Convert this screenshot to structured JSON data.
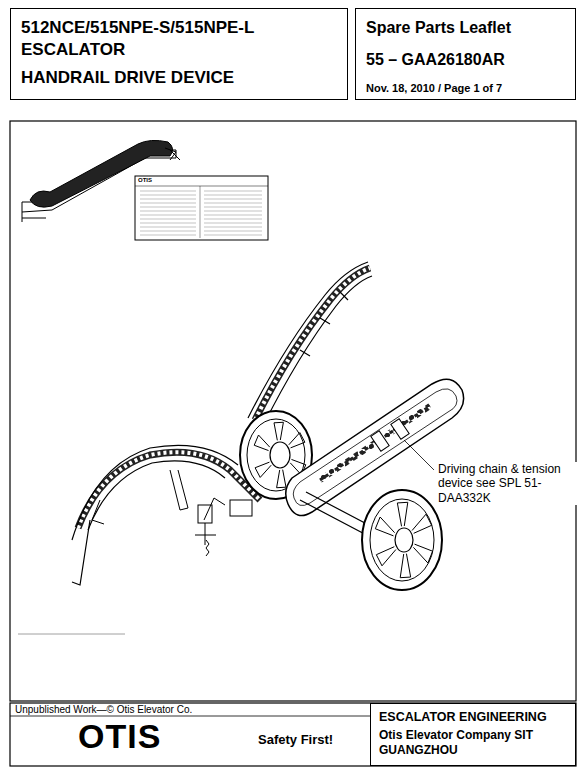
{
  "diagram": {
    "nodes": [
      {
        "text": [
          "512NCE/515NPE-S/515NPE-L ESCALATOR",
          "HANDRAIL DRIVE DEVICE"
        ]
      },
      {
        "text": [
          "Spare Parts Leaflet",
          "55 – GAA26180AR",
          "Nov. 18, 2010 / Page 1 of 7"
        ]
      },
      {
        "text": [
          "ESCALATOR ENGINEERING",
          "Otis Elevator Company SIT GUANGZHOU"
        ]
      }
    ],
    "edges": [],
    "labels": [
      "Driving chain & tension device see SPL 51-DAA332K",
      "OTIS",
      "Unpublished Work—© Otis Elevator Co.",
      "OTIS",
      "Safety First!"
    ]
  }
}
